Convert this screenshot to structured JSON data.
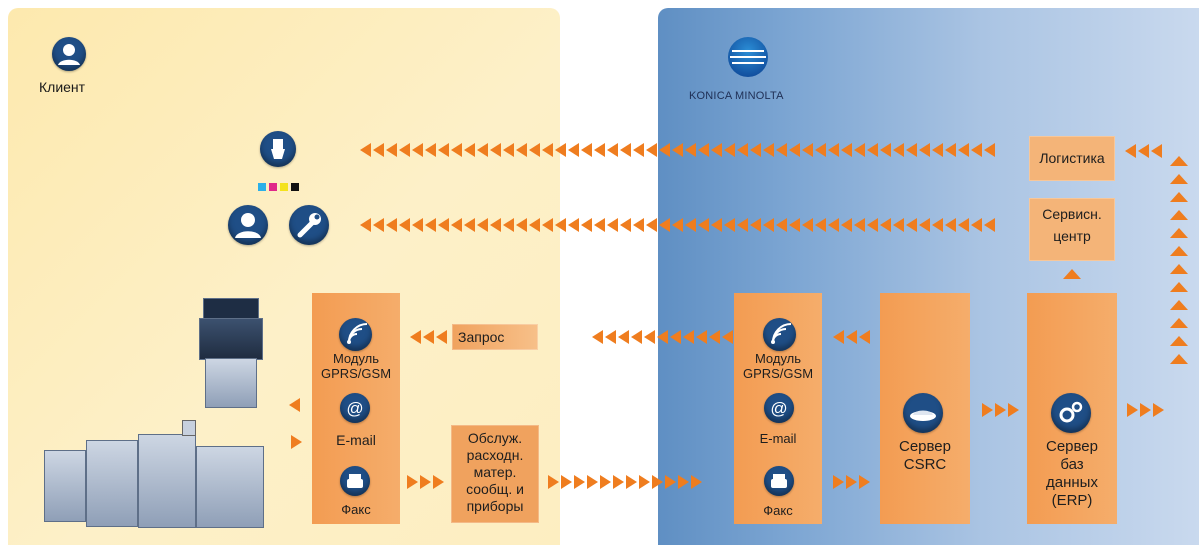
{
  "client": {
    "label": "Клиент"
  },
  "brand": {
    "name": "KONICA MINOLTA"
  },
  "client_side": {
    "module_label": "Модуль GPRS/GSM",
    "email_label": "E-mail",
    "fax_label": "Факс"
  },
  "km_side": {
    "module_label": "Модуль GPRS/GSM",
    "email_label": "E-mail",
    "fax_label": "Факс"
  },
  "boxes": {
    "request": "Запрос",
    "consumables": [
      "Обслуж.",
      "расходн.",
      "матер.",
      "сообщ. и",
      "приборы"
    ],
    "logistics": "Логистика",
    "service_center": [
      "Сервисн.",
      "центр"
    ],
    "csrc_server": [
      "Сервер",
      "CSRC"
    ],
    "erp_server": [
      "Сервер",
      "баз",
      "данных",
      "(ERP)"
    ]
  },
  "colors": {
    "arrow": "#ef7d1f",
    "box": "#f0a25e",
    "client_bg": "#fdeec1",
    "km_bg": "#7da6d3",
    "icon_circle": "#1f4e86"
  },
  "icons": [
    "user-icon",
    "toner-icon",
    "wrench-icon",
    "wireless-icon",
    "email-icon",
    "fax-icon",
    "server-icon",
    "gears-icon",
    "konica-minolta-logo"
  ]
}
